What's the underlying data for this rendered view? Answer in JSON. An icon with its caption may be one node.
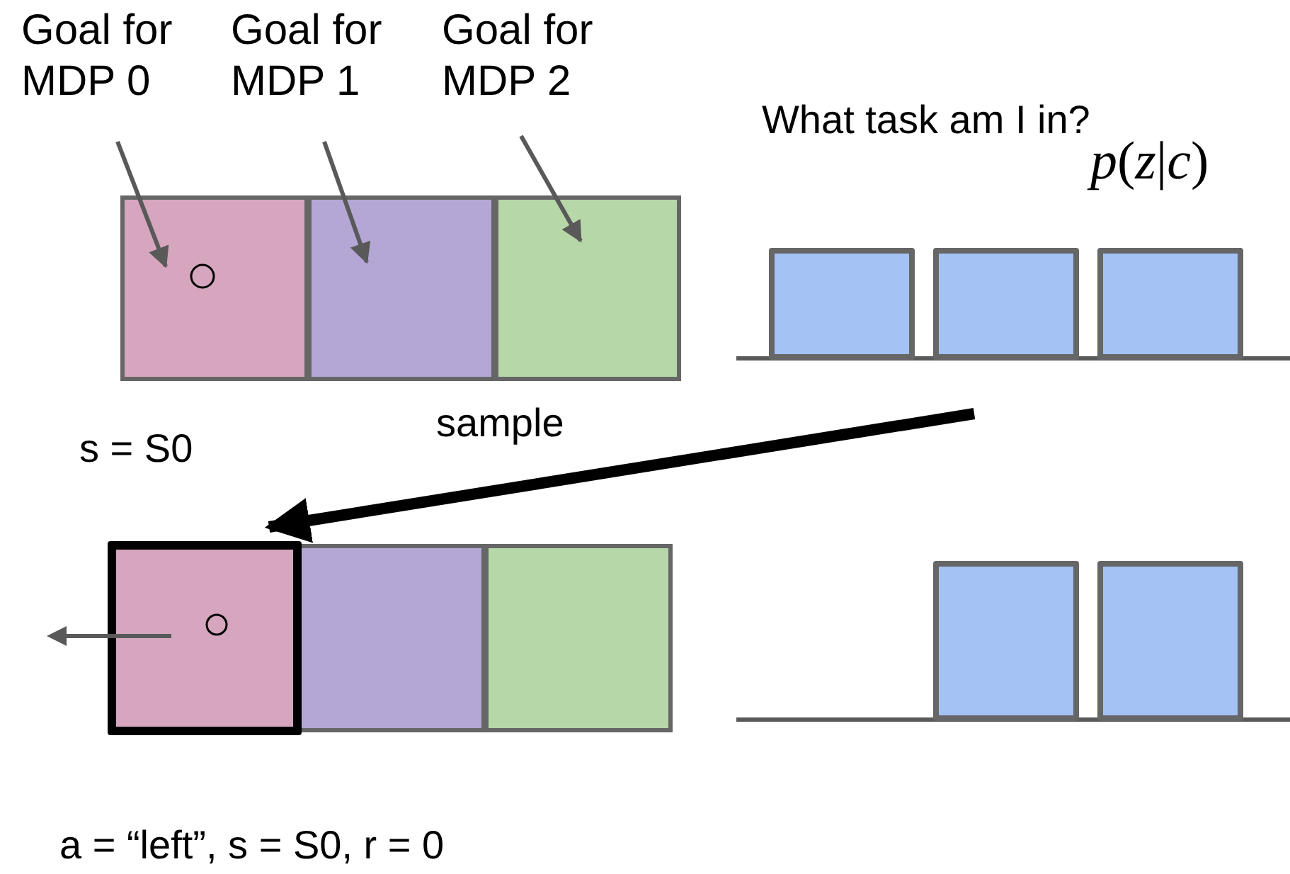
{
  "diagram": {
    "nodes": [
      {
        "text": [
          "Goal for MDP 0"
        ]
      },
      {
        "text": [
          "Goal for MDP 1"
        ]
      },
      {
        "text": [
          "Goal for MDP 2"
        ]
      },
      {
        "text": [],
        "shape": "box"
      },
      {
        "text": [],
        "shape": "box"
      },
      {
        "text": [],
        "shape": "box"
      },
      {
        "text": [],
        "shape": "bar"
      },
      {
        "text": [],
        "shape": "bar"
      },
      {
        "text": [],
        "shape": "bar"
      },
      {
        "text": [],
        "shape": "box"
      },
      {
        "text": [],
        "shape": "box"
      },
      {
        "text": [],
        "shape": "box"
      },
      {
        "text": [],
        "shape": "bar"
      },
      {
        "text": [],
        "shape": "bar"
      }
    ],
    "edges": [
      {
        "from": 0,
        "to": 3,
        "arrow": "to"
      },
      {
        "from": 1,
        "to": 4,
        "arrow": "to"
      },
      {
        "from": 2,
        "to": 5,
        "arrow": "to"
      },
      {
        "from": null,
        "to": 9,
        "arrow": "to",
        "label": "sample",
        "style": "thick",
        "color": "#000000"
      }
    ],
    "labels": [
      "What task am I in?",
      "*p*(*z*|*c*)",
      "s = S0",
      "a = “left”, s = S0, r = 0"
    ]
  }
}
